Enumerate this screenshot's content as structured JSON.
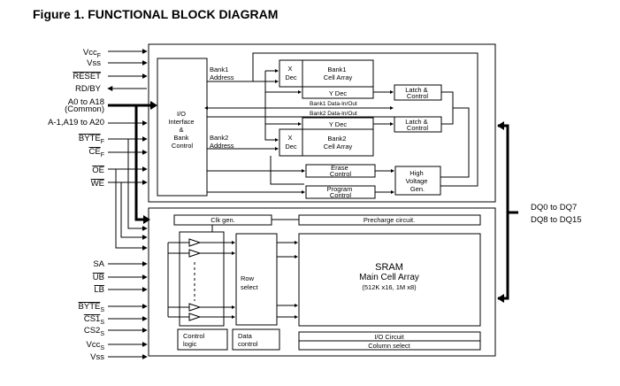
{
  "title": "Figure 1. FUNCTIONAL BLOCK DIAGRAM",
  "flash_inputs": {
    "vccf": {
      "main": "Vcc",
      "sub": "F"
    },
    "vss": "Vss",
    "reset": "RESET",
    "rdby": "RD/BY",
    "a0_a18": "A0 to A18",
    "common": "(Common)",
    "a_1_a19_a20": "A-1,A19 to A20",
    "bytef": {
      "main": "BYTE",
      "sub": "F"
    },
    "cef": {
      "main": "CE",
      "sub": "F"
    },
    "oe": "OE",
    "we": "WE"
  },
  "sram_inputs": {
    "sa": "SA",
    "ub": "UB",
    "lb": "LB",
    "bytes": {
      "main": "BYTE",
      "sub": "S"
    },
    "cs1s": {
      "main": "CS1",
      "sub": "S"
    },
    "cs2s": {
      "main": "CS2",
      "sub": "S"
    },
    "vccs": {
      "main": "Vcc",
      "sub": "S"
    },
    "vss": "Vss"
  },
  "flash_blocks": {
    "io_interface": [
      "I/O",
      "Interface",
      "&",
      "Bank",
      "Control"
    ],
    "bank1_address": [
      "Bank1",
      "Address"
    ],
    "bank2_address": [
      "Bank2",
      "Address"
    ],
    "x_dec_1": [
      "X",
      "Dec"
    ],
    "bank1_cell_array": [
      "Bank1",
      "Cell Array"
    ],
    "y_dec_1": "Y Dec",
    "bank1_data": "Bank1 Data-In/Out",
    "bank2_data": "Bank2 Data-In/Out",
    "y_dec_2": "Y Dec",
    "x_dec_2": [
      "X",
      "Dec"
    ],
    "bank2_cell_array": [
      "Bank2",
      "Cell Array"
    ],
    "latch_control_1": [
      "Latch &",
      "Control"
    ],
    "latch_control_2": [
      "Latch &",
      "Control"
    ],
    "erase_control": [
      "Erase",
      "Control"
    ],
    "program_control": [
      "Program",
      "Control"
    ],
    "high_voltage_gen": [
      "High",
      "Voltage",
      "Gen."
    ]
  },
  "sram_blocks": {
    "clk_gen": "Clk gen.",
    "precharge": "Precharge circuit.",
    "row_select": [
      "Row",
      "select"
    ],
    "sram_main": [
      "SRAM",
      "Main Cell Array",
      "(512K x16, 1M x8)"
    ],
    "control_logic": [
      "Control",
      "logic"
    ],
    "data_control": [
      "Data",
      "control"
    ],
    "io_circuit": "I/O Circuit",
    "column_select": "Column select"
  },
  "outputs": {
    "dq0_dq7": "DQ0 to DQ7",
    "dq8_dq15": "DQ8 to DQ15"
  }
}
